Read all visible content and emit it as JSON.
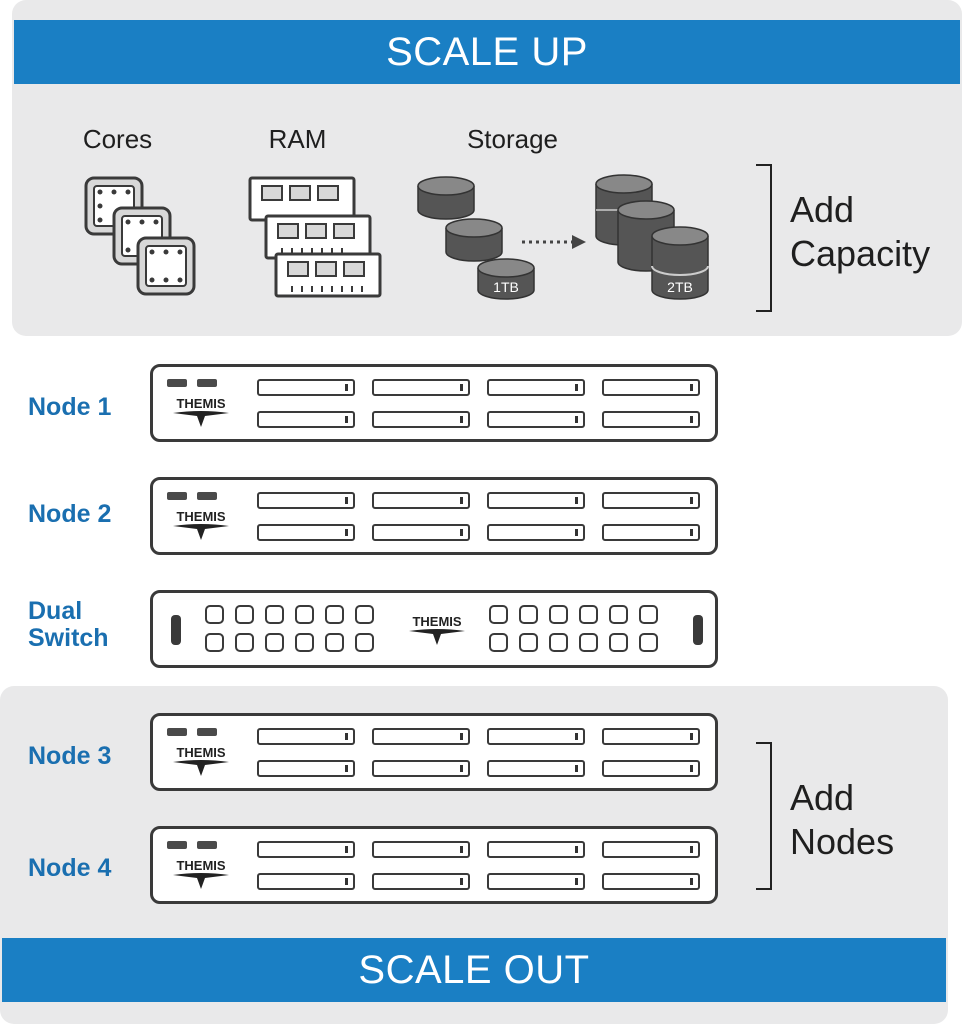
{
  "scale_up": {
    "banner": "SCALE UP",
    "components": {
      "cores": "Cores",
      "ram": "RAM",
      "storage": "Storage"
    },
    "disk_small": "1TB",
    "disk_large": "2TB",
    "side_label_line1": "Add",
    "side_label_line2": "Capacity"
  },
  "rack": [
    {
      "label": "Node 1",
      "type": "server",
      "logo": "THEMIS"
    },
    {
      "label": "Node 2",
      "type": "server",
      "logo": "THEMIS"
    },
    {
      "label_line1": "Dual",
      "label_line2": "Switch",
      "type": "switch",
      "logo": "THEMIS"
    },
    {
      "label": "Node 3",
      "type": "server",
      "logo": "THEMIS"
    },
    {
      "label": "Node 4",
      "type": "server",
      "logo": "THEMIS"
    }
  ],
  "scale_out": {
    "banner": "SCALE OUT",
    "side_label_line1": "Add",
    "side_label_line2": "Nodes"
  },
  "colors": {
    "accent_blue": "#1a7fc4",
    "panel_gray": "#e9e9ea",
    "node_label_blue": "#1a6fb0"
  }
}
